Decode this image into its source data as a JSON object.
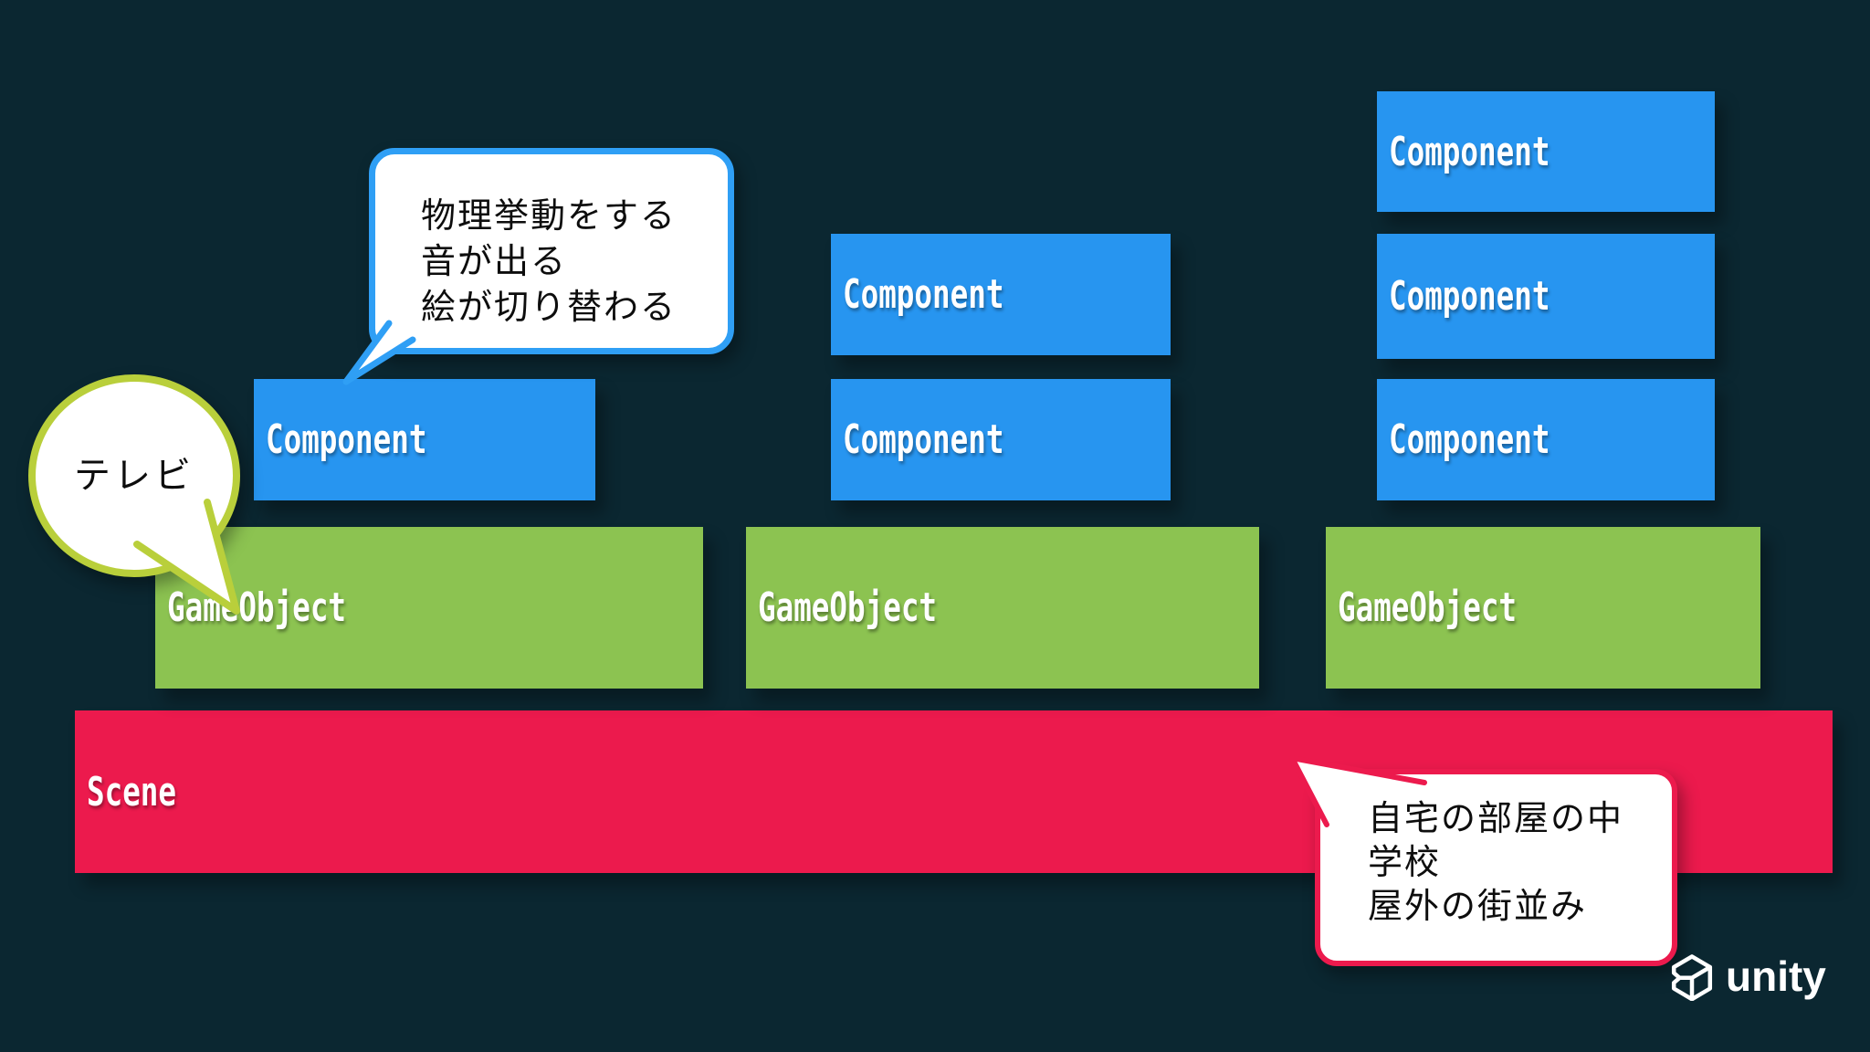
{
  "palette": {
    "background": "#0b2731",
    "component_blue": "#2795f0",
    "gameobject_green": "#8cc351",
    "scene_red": "#ec1a4d",
    "note_border_blue": "#2f9ff5",
    "tv_border_green": "#b9cf3b",
    "bubble_fill": "#ffffff",
    "label_text": "#ffffff"
  },
  "labels": {
    "component": "Component",
    "gameobject": "GameObject",
    "scene": "Scene"
  },
  "bubbles": {
    "component_note": {
      "lines": [
        "物理挙動をする",
        "音が出る",
        "絵が切り替わる"
      ]
    },
    "tv_note": {
      "text": "テレビ"
    },
    "scene_note": {
      "lines": [
        "自宅の部屋の中",
        "学校",
        "屋外の街並み"
      ]
    }
  },
  "logo": {
    "wordmark": "unity"
  }
}
